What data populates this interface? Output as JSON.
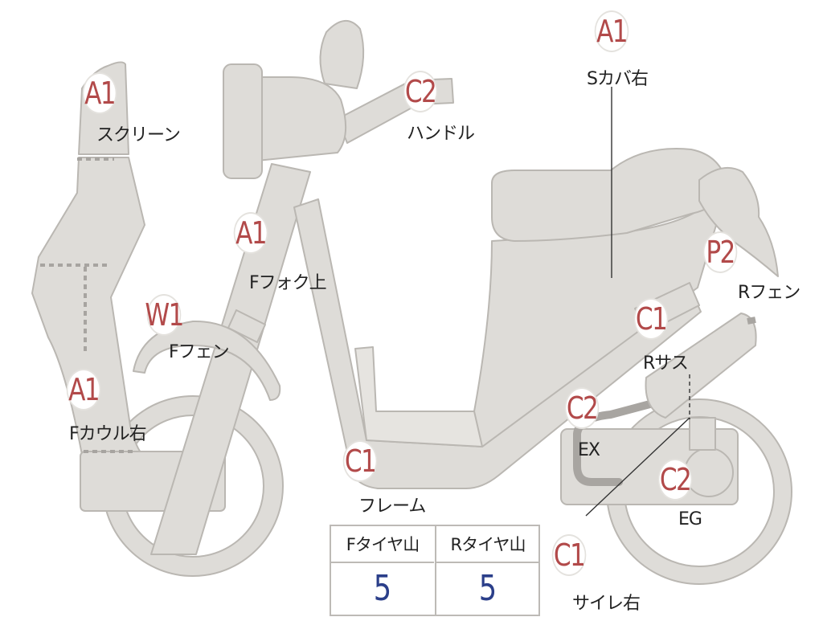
{
  "badges": {
    "screen": "A1",
    "handle": "C2",
    "scover_r": "A1",
    "ffork_upper": "A1",
    "ffender": "W1",
    "rfender": "P2",
    "rsus": "C1",
    "fcowl_r": "A1",
    "exhaust": "C2",
    "frame": "C1",
    "engine": "C2",
    "muffler_r": "C1"
  },
  "labels": {
    "screen": "スクリーン",
    "handle": "ハンドル",
    "scover_r": "Sカバ右",
    "ffork_upper": "Fフォク上",
    "ffender": "Fフェン",
    "rfender": "Rフェン",
    "rsus": "Rサス",
    "fcowl_r": "Fカウル右",
    "exhaust": "EX",
    "frame": "フレーム",
    "engine": "EG",
    "muffler_r": "サイレ右"
  },
  "tire_table": {
    "front_header": "Fタイヤ山",
    "rear_header": "Rタイヤ山",
    "front_value": "5",
    "rear_value": "5"
  },
  "colors": {
    "part_fill": "#dedcd8",
    "badge_text": "#b24a4a",
    "value_text": "#2b3f8a"
  }
}
